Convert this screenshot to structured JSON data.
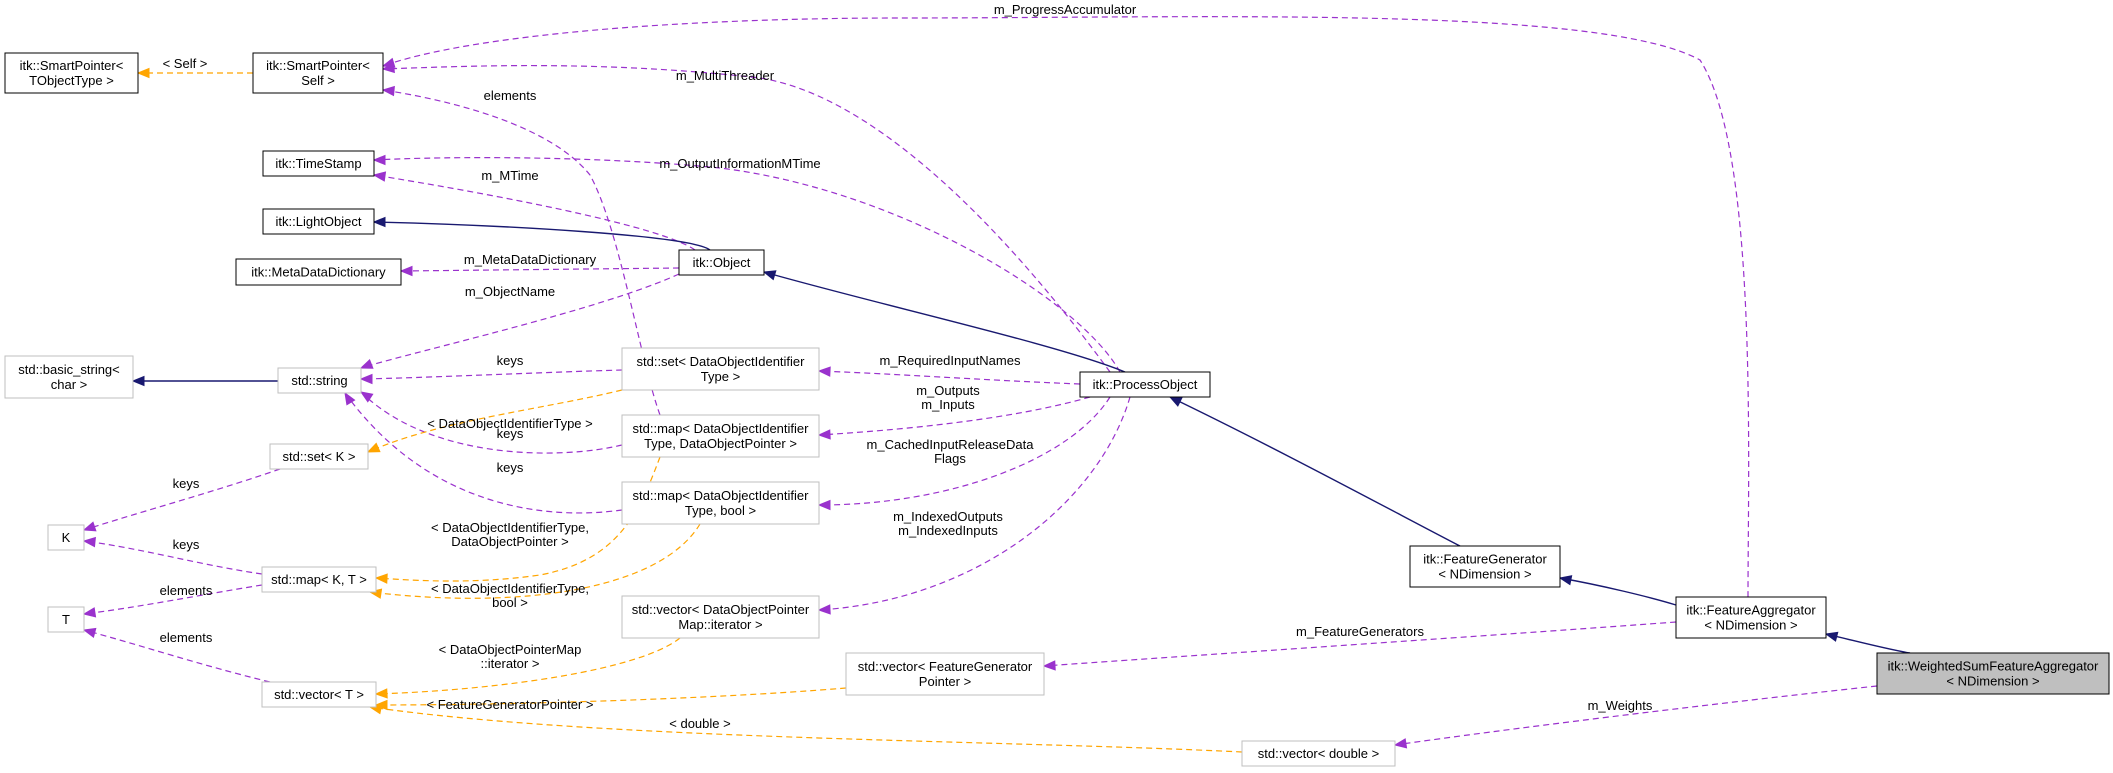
{
  "colors": {
    "inheritance": "#191970",
    "usage": "#9a32cd",
    "template": "#ffa500",
    "documented_border": "#000000",
    "undocumented_border": "#bfbfbf",
    "highlight_fill": "#bfbfbf"
  },
  "nodes": [
    {
      "id": "sp_tobj",
      "lines": [
        "itk::SmartPointer<",
        "TObjectType >"
      ],
      "kind": "documented"
    },
    {
      "id": "sp_self",
      "lines": [
        "itk::SmartPointer<",
        "Self >"
      ],
      "kind": "documented"
    },
    {
      "id": "timestamp",
      "lines": [
        "itk::TimeStamp"
      ],
      "kind": "documented"
    },
    {
      "id": "lightobject",
      "lines": [
        "itk::LightObject"
      ],
      "kind": "documented"
    },
    {
      "id": "metadict",
      "lines": [
        "itk::MetaDataDictionary"
      ],
      "kind": "documented"
    },
    {
      "id": "object",
      "lines": [
        "itk::Object"
      ],
      "kind": "documented"
    },
    {
      "id": "basic_string",
      "lines": [
        "std::basic_string<",
        "char >"
      ],
      "kind": "undocumented"
    },
    {
      "id": "string",
      "lines": [
        "std::string"
      ],
      "kind": "undocumented"
    },
    {
      "id": "set_doid",
      "lines": [
        "std::set< DataObjectIdentifier",
        "Type >"
      ],
      "kind": "undocumented"
    },
    {
      "id": "map_doid_ptr",
      "lines": [
        "std::map< DataObjectIdentifier",
        "Type, DataObjectPointer >"
      ],
      "kind": "undocumented"
    },
    {
      "id": "set_k",
      "lines": [
        "std::set< K >"
      ],
      "kind": "undocumented"
    },
    {
      "id": "map_doid_bool",
      "lines": [
        "std::map< DataObjectIdentifier",
        "Type, bool >"
      ],
      "kind": "undocumented"
    },
    {
      "id": "k",
      "lines": [
        "K"
      ],
      "kind": "undocumented"
    },
    {
      "id": "map_kt",
      "lines": [
        "std::map< K, T >"
      ],
      "kind": "undocumented"
    },
    {
      "id": "t",
      "lines": [
        "T"
      ],
      "kind": "undocumented"
    },
    {
      "id": "vector_dop",
      "lines": [
        "std::vector< DataObjectPointer",
        "Map::iterator >"
      ],
      "kind": "undocumented"
    },
    {
      "id": "vector_t",
      "lines": [
        "std::vector< T >"
      ],
      "kind": "undocumented"
    },
    {
      "id": "vector_fgp",
      "lines": [
        "std::vector< FeatureGenerator",
        "Pointer >"
      ],
      "kind": "undocumented"
    },
    {
      "id": "vector_double",
      "lines": [
        "std::vector< double >"
      ],
      "kind": "undocumented"
    },
    {
      "id": "processobject",
      "lines": [
        "itk::ProcessObject"
      ],
      "kind": "documented"
    },
    {
      "id": "featuregenerator",
      "lines": [
        "itk::FeatureGenerator",
        "< NDimension >"
      ],
      "kind": "documented"
    },
    {
      "id": "featureaggregator",
      "lines": [
        "itk::FeatureAggregator",
        "< NDimension >"
      ],
      "kind": "documented"
    },
    {
      "id": "weightedsum",
      "lines": [
        "itk::WeightedSumFeatureAggregator",
        "< NDimension >"
      ],
      "kind": "highlight"
    }
  ],
  "edges": [
    {
      "id": "e_progress",
      "kind": "usage",
      "labels": [
        "m_ProgressAccumulator"
      ]
    },
    {
      "id": "e_multithreader",
      "kind": "usage",
      "labels": [
        "m_MultiThreader"
      ]
    },
    {
      "id": "e_self",
      "kind": "template",
      "labels": [
        "< Self >"
      ]
    },
    {
      "id": "e_elements_sp",
      "kind": "usage",
      "labels": [
        "elements"
      ]
    },
    {
      "id": "e_outputinfo",
      "kind": "usage",
      "labels": [
        "m_OutputInformationMTime"
      ]
    },
    {
      "id": "e_mtime",
      "kind": "usage",
      "labels": [
        "m_MTime"
      ]
    },
    {
      "id": "e_lightobject",
      "kind": "inheritance",
      "labels": []
    },
    {
      "id": "e_metadict",
      "kind": "usage",
      "labels": [
        "m_MetaDataDictionary"
      ]
    },
    {
      "id": "e_objectname",
      "kind": "usage",
      "labels": [
        "m_ObjectName"
      ]
    },
    {
      "id": "e_object_po",
      "kind": "inheritance",
      "labels": []
    },
    {
      "id": "e_basic_string",
      "kind": "inheritance",
      "labels": []
    },
    {
      "id": "e_keys_set",
      "kind": "usage",
      "labels": [
        "keys"
      ]
    },
    {
      "id": "e_keys_map",
      "kind": "usage",
      "labels": [
        "keys"
      ]
    },
    {
      "id": "e_keys_mapbool",
      "kind": "usage",
      "labels": [
        "keys"
      ]
    },
    {
      "id": "e_doit_setk",
      "kind": "template",
      "labels": [
        "< DataObjectIdentifierType >"
      ]
    },
    {
      "id": "e_required",
      "kind": "usage",
      "labels": [
        "m_RequiredInputNames"
      ]
    },
    {
      "id": "e_outputs",
      "kind": "usage",
      "labels": [
        "m_Outputs",
        "m_Inputs"
      ]
    },
    {
      "id": "e_cached",
      "kind": "usage",
      "labels": [
        "m_CachedInputReleaseData",
        "Flags"
      ]
    },
    {
      "id": "e_indexed",
      "kind": "usage",
      "labels": [
        "m_IndexedOutputs",
        "m_IndexedInputs"
      ]
    },
    {
      "id": "e_keys_k_setk",
      "kind": "usage",
      "labels": [
        "keys"
      ]
    },
    {
      "id": "e_keys_k_mapkt",
      "kind": "usage",
      "labels": [
        "keys"
      ]
    },
    {
      "id": "e_elements_mapkt",
      "kind": "usage",
      "labels": [
        "elements"
      ]
    },
    {
      "id": "e_elements_vec",
      "kind": "usage",
      "labels": [
        "elements"
      ]
    },
    {
      "id": "e_doit_ptr",
      "kind": "template",
      "labels": [
        "< DataObjectIdentifierType,",
        "DataObjectPointer >"
      ]
    },
    {
      "id": "e_doit_bool",
      "kind": "template",
      "labels": [
        "< DataObjectIdentifierType,",
        "bool >"
      ]
    },
    {
      "id": "e_dopm_iter",
      "kind": "template",
      "labels": [
        "< DataObjectPointerMap",
        "::iterator >"
      ]
    },
    {
      "id": "e_fgp",
      "kind": "template",
      "labels": [
        "< FeatureGeneratorPointer >"
      ]
    },
    {
      "id": "e_double",
      "kind": "template",
      "labels": [
        "< double >"
      ]
    },
    {
      "id": "e_po_fg",
      "kind": "inheritance",
      "labels": []
    },
    {
      "id": "e_fg_fa",
      "kind": "inheritance",
      "labels": []
    },
    {
      "id": "e_featuregens",
      "kind": "usage",
      "labels": [
        "m_FeatureGenerators"
      ]
    },
    {
      "id": "e_fa_ws",
      "kind": "inheritance",
      "labels": []
    },
    {
      "id": "e_weights",
      "kind": "usage",
      "labels": [
        "m_Weights"
      ]
    }
  ]
}
